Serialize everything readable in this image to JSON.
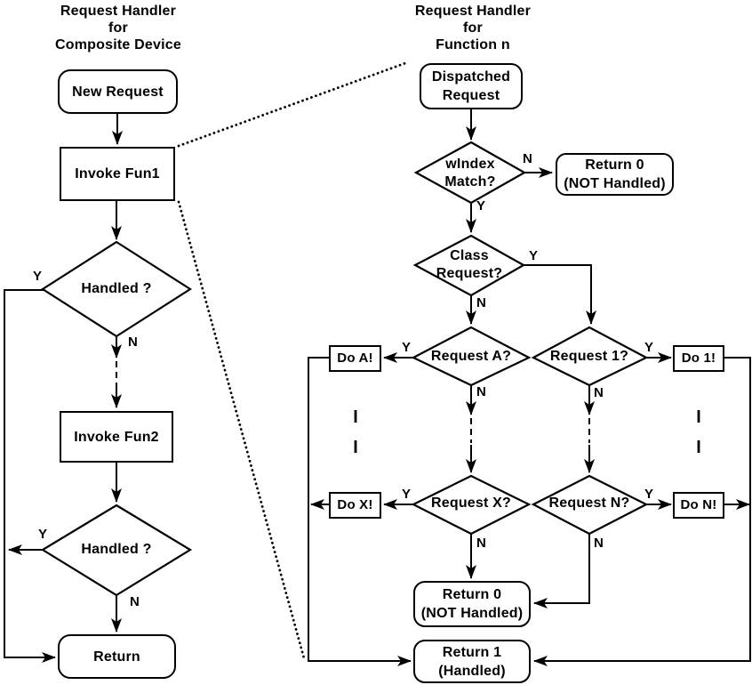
{
  "diagram": {
    "background": "#ffffff",
    "line_color": "#000000",
    "text_color": "#000000"
  },
  "left": {
    "title": [
      "Request Handler",
      "for",
      "Composite Device"
    ],
    "new_request": "New Request",
    "invoke_fun1": "Invoke Fun1",
    "handled1": "Handled ?",
    "handled1_y": "Y",
    "handled1_n": "N",
    "invoke_fun2": "Invoke Fun2",
    "handled2": "Handled ?",
    "handled2_y": "Y",
    "handled2_n": "N",
    "return": "Return"
  },
  "right": {
    "title": [
      "Request Handler",
      "for",
      "Function n"
    ],
    "dispatched": [
      "Dispatched",
      "Request"
    ],
    "windex": [
      "wIndex",
      "Match?"
    ],
    "windex_n": "N",
    "windex_y": "Y",
    "return0_top": [
      "Return 0",
      "(NOT Handled)"
    ],
    "class_request": [
      "Class",
      "Request?"
    ],
    "class_y": "Y",
    "class_n": "N",
    "request_a": "Request A?",
    "request_a_y": "Y",
    "request_a_n": "N",
    "do_a": "Do A!",
    "request_1": "Request 1?",
    "request_1_y": "Y",
    "request_1_n": "N",
    "do_1": "Do 1!",
    "request_x": "Request X?",
    "request_x_y": "Y",
    "request_x_n": "N",
    "do_x": "Do X!",
    "request_n": "Request N?",
    "request_n_y": "Y",
    "request_n_n": "N",
    "do_n": "Do N!",
    "return0_bottom": [
      "Return 0",
      "(NOT Handled)"
    ],
    "return1": [
      "Return 1",
      "(Handled)"
    ]
  }
}
